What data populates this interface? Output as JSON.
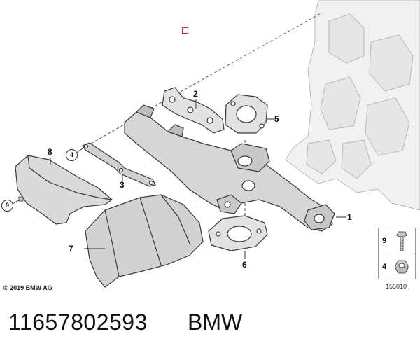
{
  "callouts": [
    {
      "id": "c1",
      "label": "1"
    },
    {
      "id": "c2",
      "label": "2"
    },
    {
      "id": "c3",
      "label": "3"
    },
    {
      "id": "c4",
      "label": "4"
    },
    {
      "id": "c5",
      "label": "5"
    },
    {
      "id": "c6",
      "label": "6"
    },
    {
      "id": "c7",
      "label": "7"
    },
    {
      "id": "c8",
      "label": "8"
    },
    {
      "id": "c9",
      "label": "9"
    }
  ],
  "legend": {
    "bolt_label": "9",
    "nut_label": "4"
  },
  "copyright": "© 2019 BMW AG",
  "diagram_id": "155010",
  "footer": {
    "part_number": "11657802593",
    "brand": "BMW"
  },
  "colors": {
    "outline": "#3a3a3a",
    "part_fill": "#d6d6d6",
    "engine_fill": "#f1f1f1",
    "marker": "#e02020"
  }
}
